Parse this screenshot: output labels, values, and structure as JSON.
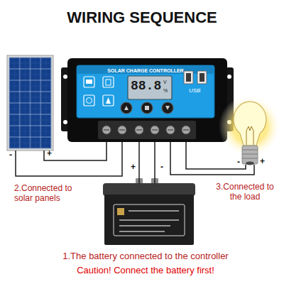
{
  "diagram": {
    "title": "WIRING SEQUENCE",
    "nodes": [
      {
        "text": [
          "2.Connected to solar panels"
        ]
      },
      {
        "text": [
          "SOLAR CHARGE CONTROLLER"
        ]
      },
      {
        "text": [
          "3.Connected to the load"
        ]
      },
      {
        "text": [
          "1.The battery connected to the controller",
          "Caution! Connect the battery first!"
        ]
      }
    ],
    "edges": [
      {
        "from": 0,
        "to": 1,
        "arrow": "none"
      },
      {
        "from": 0,
        "to": 1,
        "arrow": "none"
      },
      {
        "from": 1,
        "to": 3,
        "arrow": "none"
      },
      {
        "from": 1,
        "to": 3,
        "arrow": "none"
      },
      {
        "from": 1,
        "to": 2,
        "arrow": "none"
      },
      {
        "from": 1,
        "to": 2,
        "arrow": "none"
      }
    ],
    "labels": [
      "88.8",
      "V",
      "%",
      "USB",
      "-",
      "+",
      "+",
      "-",
      "-",
      "+"
    ]
  }
}
